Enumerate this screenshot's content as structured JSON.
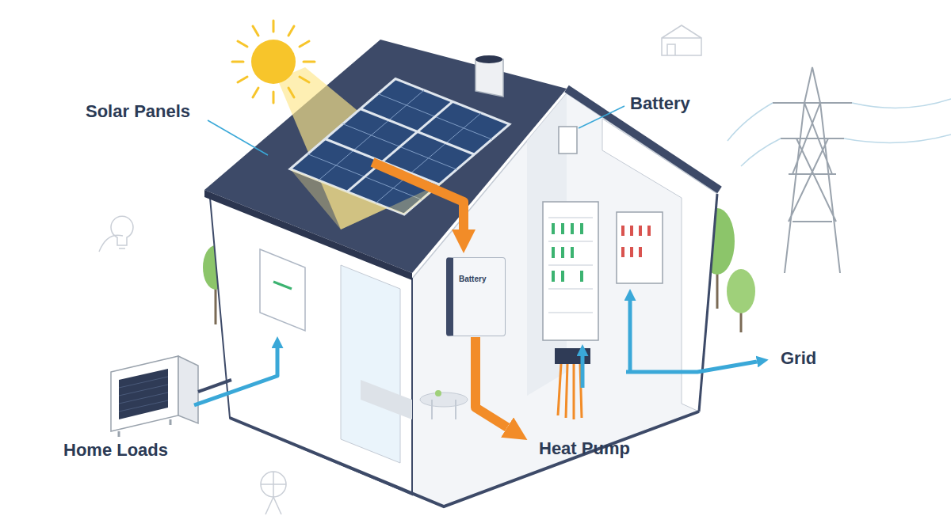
{
  "diagram": {
    "nodes": [
      {
        "text": [
          "Battery"
        ]
      }
    ],
    "labels": [
      "Solar Panels",
      "Battery",
      "Grid",
      "Home Loads",
      "Heat Pump"
    ]
  }
}
